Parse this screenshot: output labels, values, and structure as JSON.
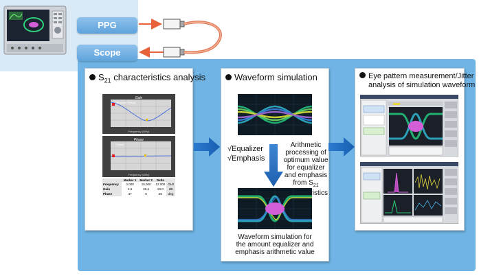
{
  "connection": {
    "ppg_label": "PPG",
    "scope_label": "Scope"
  },
  "panels": {
    "s21": {
      "title_prefix": "S",
      "title_sub": "21",
      "title_rest": " characteristics analysis",
      "gain_title": "Gain",
      "phase_title": "Phase",
      "gain_marker": "Measure Result",
      "phase_marker": "Phase",
      "x_axis": "Frequency (GHz)",
      "table": {
        "headers": [
          "",
          "Marker 1",
          "Marker 2",
          "Delta",
          ""
        ],
        "rows": [
          [
            "Frequency",
            "2.000",
            "15.000",
            "12.000",
            "GHz"
          ],
          [
            "Gain",
            "2.6",
            "25.6",
            "23.0",
            "dB"
          ],
          [
            "Phase",
            "37",
            "0",
            "25",
            "deg"
          ]
        ]
      }
    },
    "simulation": {
      "title": "Waveform simulation",
      "check_equalizer": "√Equalizer",
      "check_emphasis": "√Emphasis",
      "arith_lines": [
        "Arithmetic",
        "processing of",
        "optimum value",
        "for equalizer",
        "and emphasis"
      ],
      "arith_last_prefix": "from S",
      "arith_last_sub": "21",
      "arith_tail": "characteristics",
      "caption_lines": [
        "Waveform simulation for",
        "the amount equalizer and",
        "emphasis arithmetic value"
      ]
    },
    "eye": {
      "title_line1": "Eye pattern measurement/Jitter",
      "title_line2": "analysis of simulation waveform"
    }
  },
  "colors": {
    "arrow_blue": "#1e6fc0",
    "cable_orange": "#e8623a",
    "panel_blue": "#6fb4e4",
    "top_panel": "#d9e9f6"
  }
}
